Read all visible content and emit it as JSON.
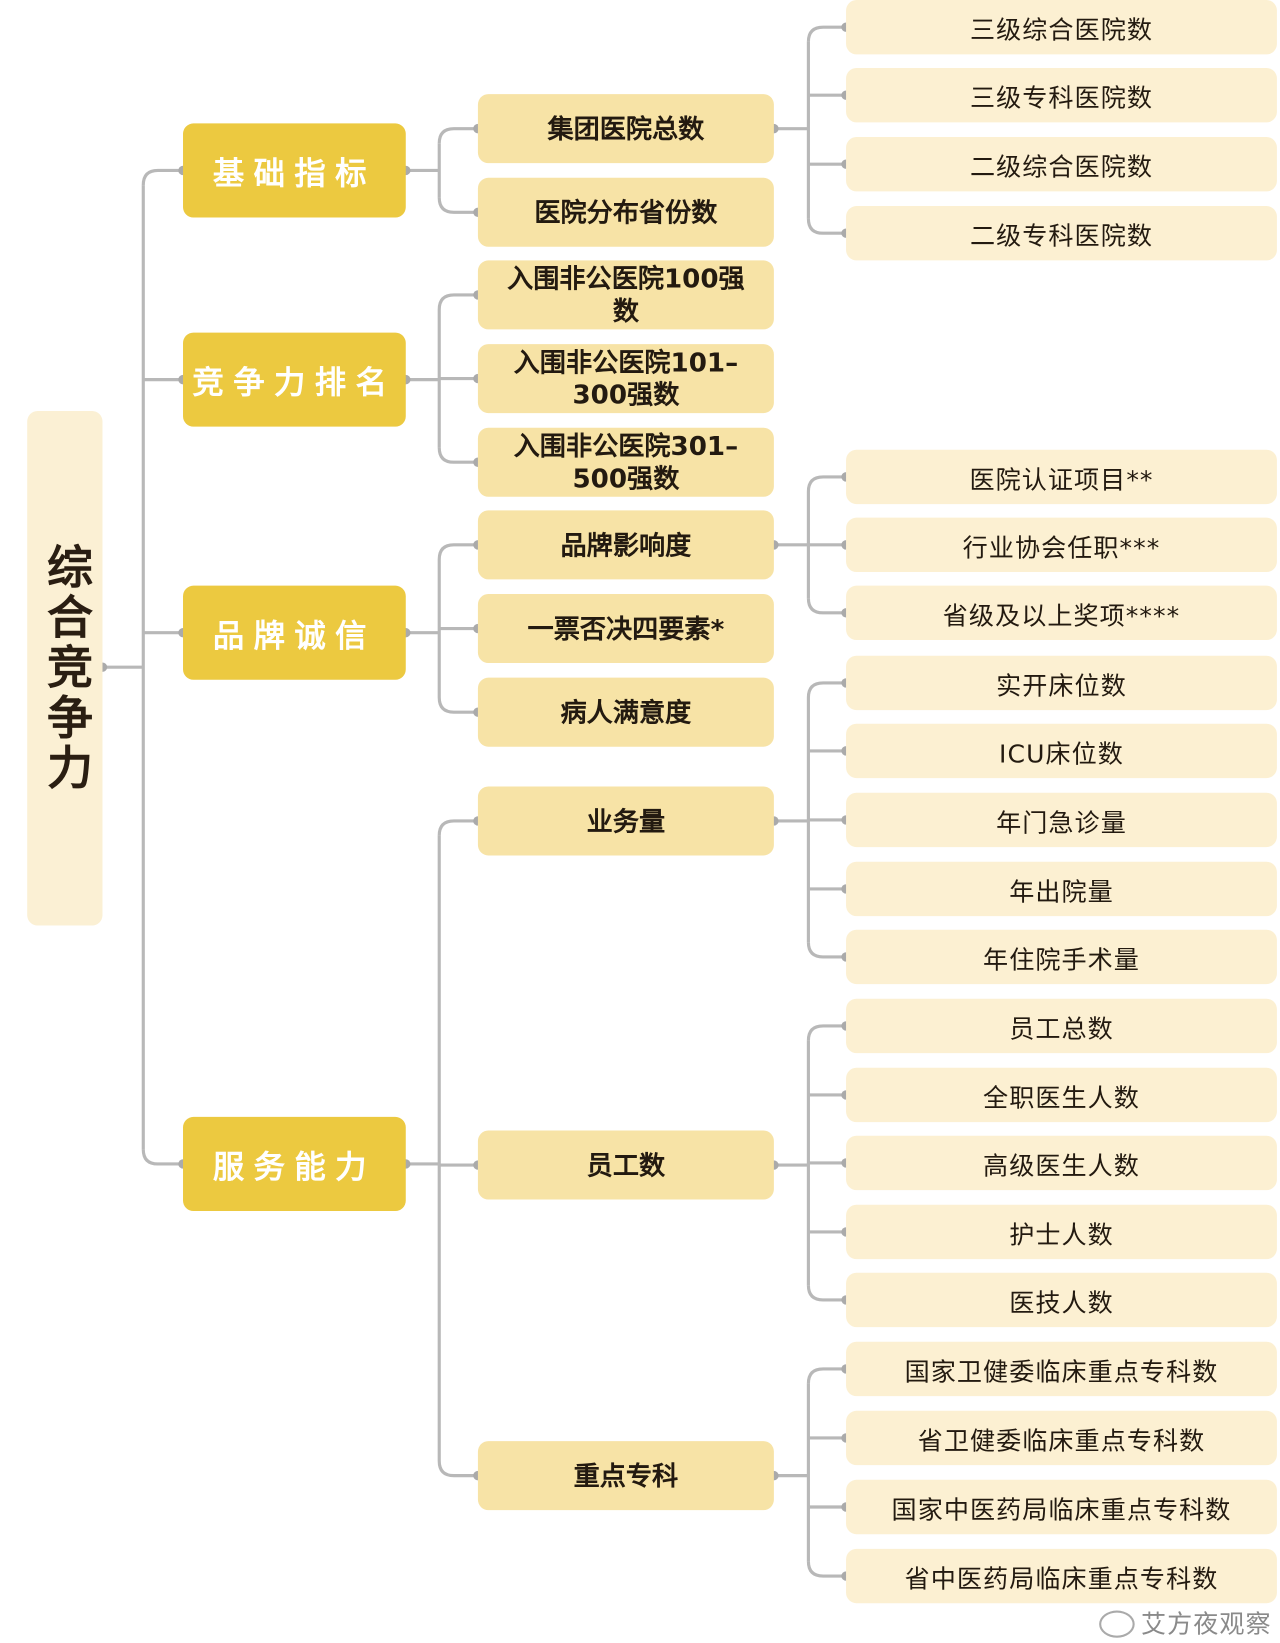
{
  "root": {
    "label": "综合竞争力"
  },
  "categories": [
    {
      "label": "基础指标",
      "children": [
        {
          "label": "集团医院总数",
          "children": [
            "三级综合医院数",
            "三级专科医院数",
            "二级综合医院数",
            "二级专科医院数"
          ]
        },
        {
          "label": "医院分布省份数",
          "children": []
        }
      ]
    },
    {
      "label": "竞争力排名",
      "children": [
        {
          "label": "入围非公医院100强数",
          "children": []
        },
        {
          "label": "入围非公医院101–300强数",
          "children": []
        },
        {
          "label": "入围非公医院301–500强数",
          "children": []
        }
      ]
    },
    {
      "label": "品牌诚信",
      "children": [
        {
          "label": "品牌影响度",
          "children": [
            "医院认证项目**",
            "行业协会任职***",
            "省级及以上奖项****"
          ]
        },
        {
          "label": "一票否决四要素*",
          "children": []
        },
        {
          "label": "病人满意度",
          "children": []
        }
      ]
    },
    {
      "label": "服务能力",
      "children": [
        {
          "label": "业务量",
          "children": [
            "实开床位数",
            "ICU床位数",
            "年门急诊量",
            "年出院量",
            "年住院手术量"
          ]
        },
        {
          "label": "员工数",
          "children": [
            "员工总数",
            "全职医生人数",
            "高级医生人数",
            "护士人数",
            "医技人数"
          ]
        },
        {
          "label": "重点专科",
          "children": [
            "国家卫健委临床重点专科数",
            "省卫健委临床重点专科数",
            "国家中医药局临床重点专科数",
            "省中医药局临床重点专科数"
          ]
        }
      ]
    }
  ],
  "watermark": "艾方夜观察",
  "colors": {
    "root": "#fbf0d4",
    "level1": "#ecc940",
    "level2": "#f7e3a6",
    "level3": "#fcf0d2",
    "connector": "#b8b8b8"
  }
}
